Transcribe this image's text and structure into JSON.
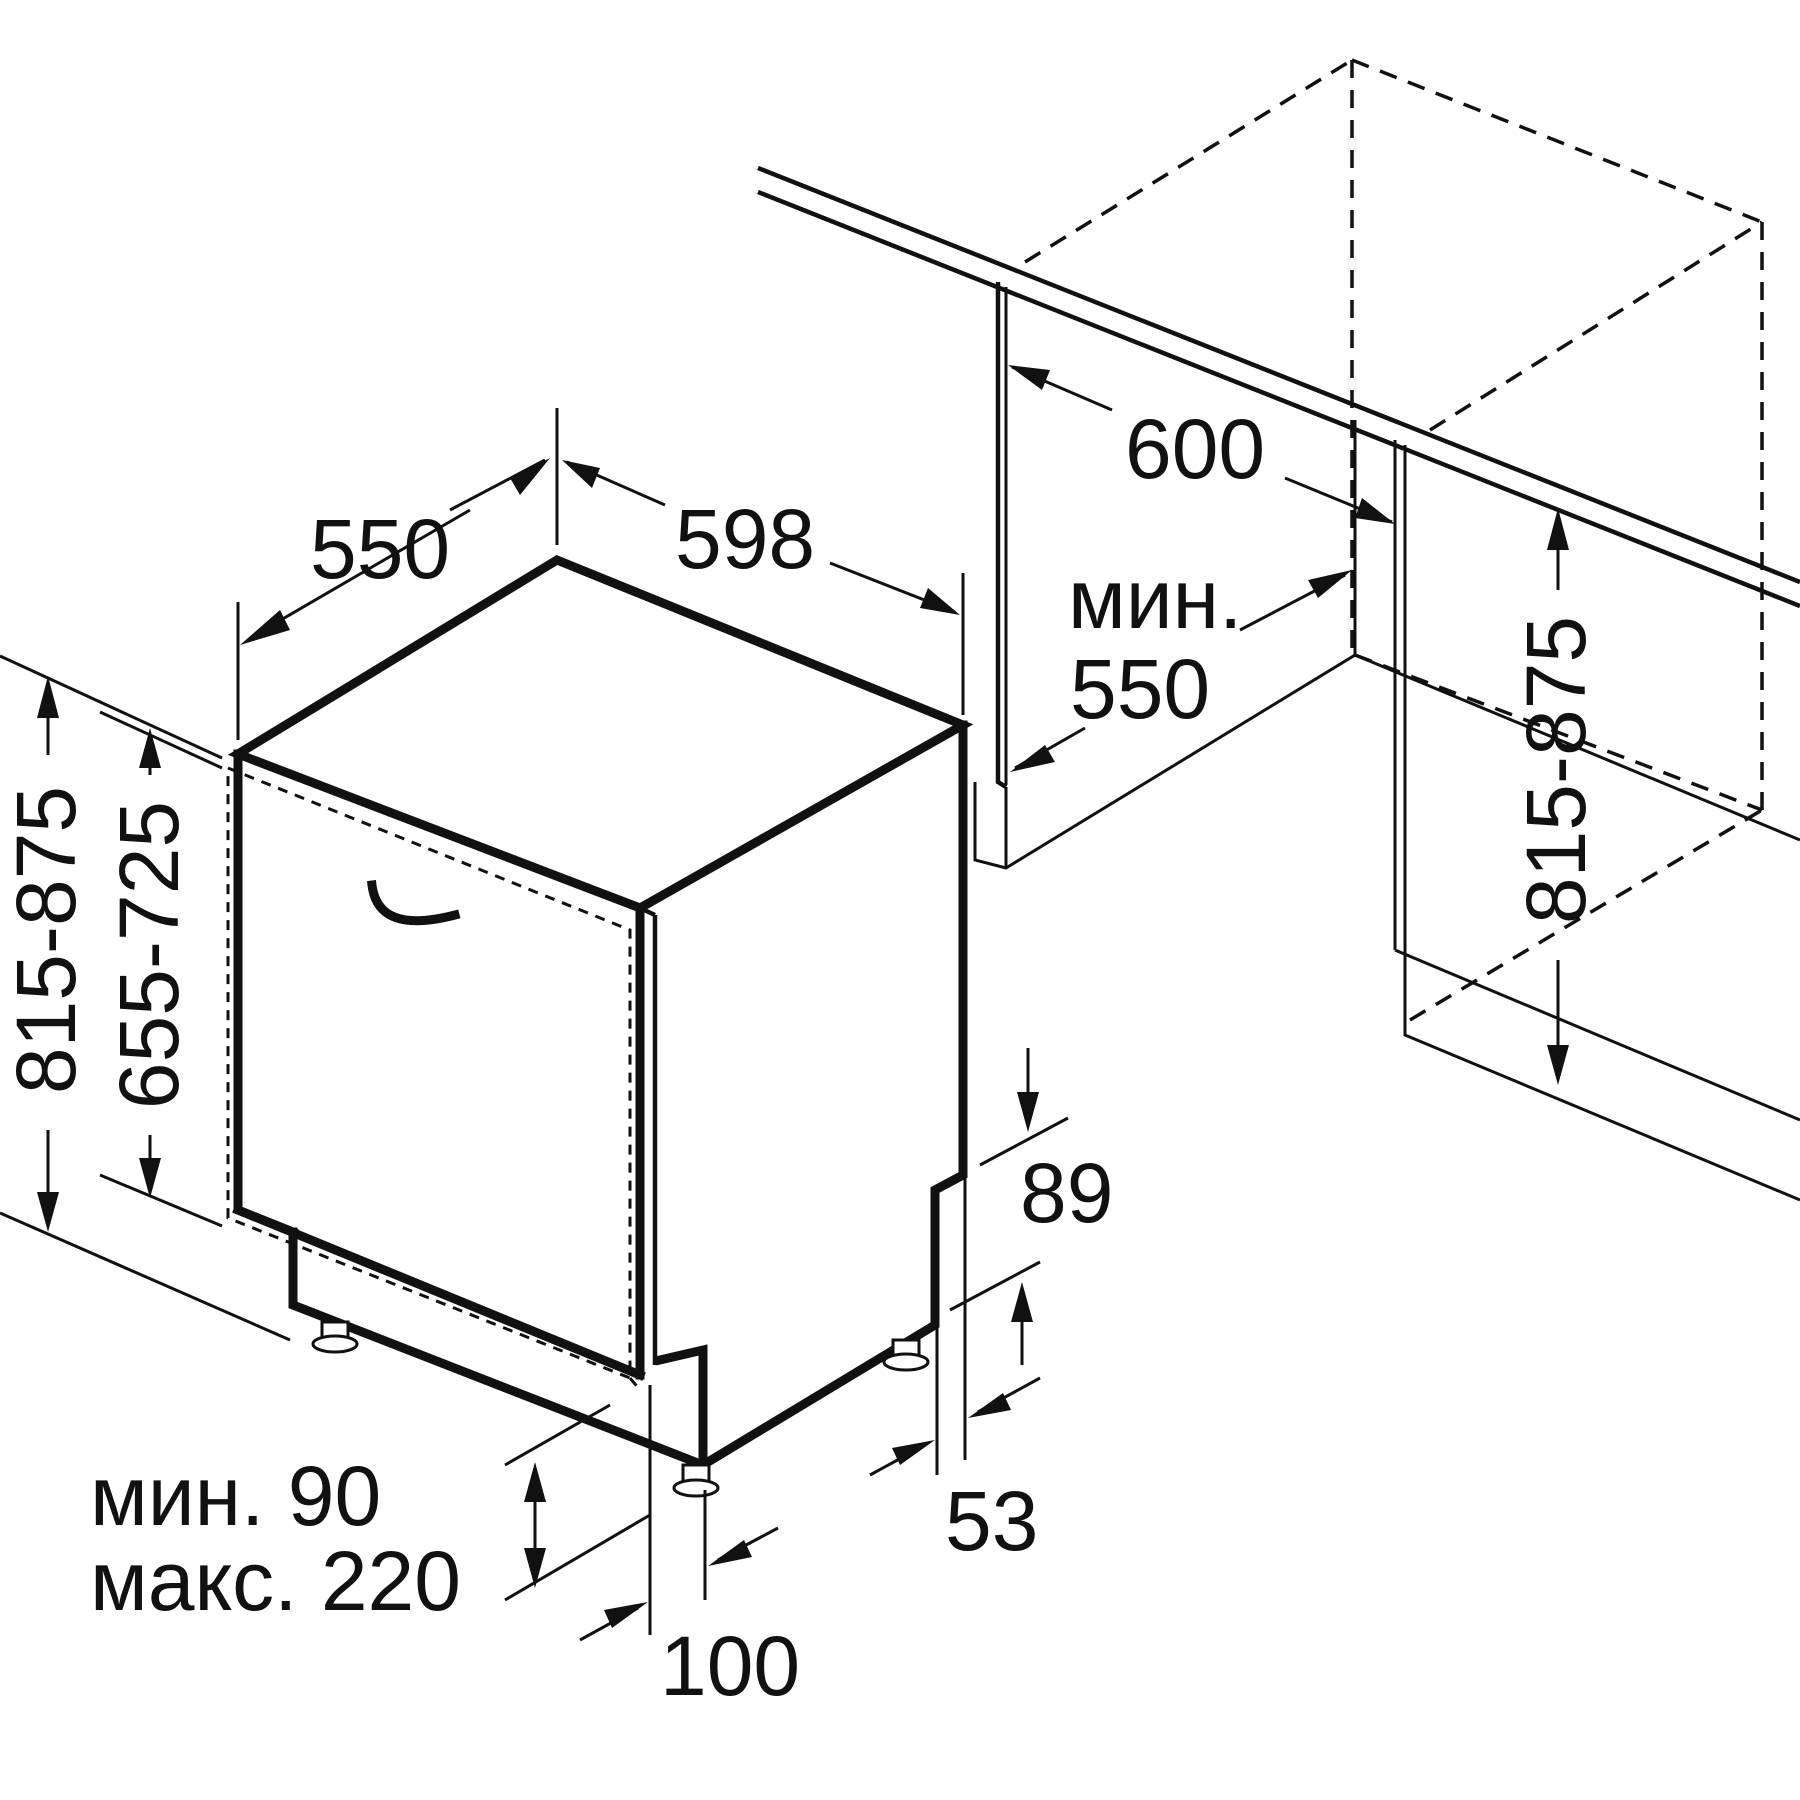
{
  "dimensions": {
    "depth": "550",
    "width": "598",
    "niche_width": "600",
    "niche_depth_label": "мин.",
    "niche_depth_value": "550",
    "niche_height": "815-875",
    "total_height": "815-875",
    "door_height": "655-725",
    "kick_height": "89",
    "kick_depth": "53",
    "plinth_label_min": "мин. 90",
    "plinth_label_max": "макс. 220",
    "foot_offset": "100"
  }
}
